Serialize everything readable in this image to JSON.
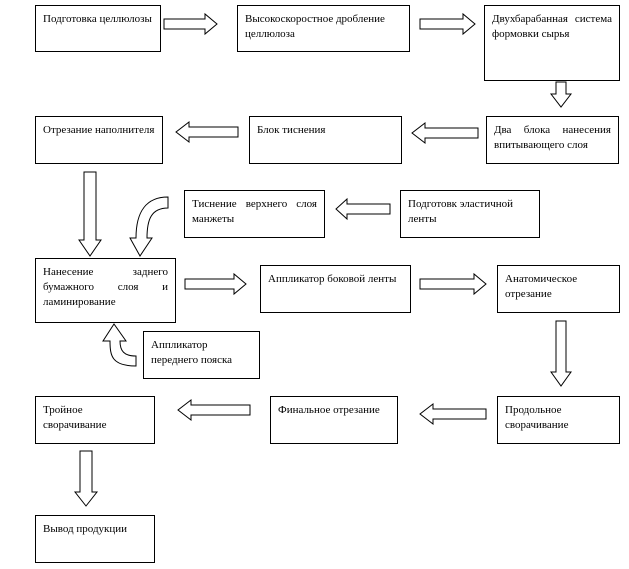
{
  "diagram": {
    "steps": {
      "s1": "Подготовка целлюлозы",
      "s2": "Высокоскоростное дробление целлюлоза",
      "s3": "Двухбарабанная система формовки сырья",
      "s4": "Отрезание наполнителя",
      "s5": "Блок тиснения",
      "s6": "Два блока нанесения впитывающего слоя",
      "s7": "Тиснение верхнего слоя манжеты",
      "s8": "Подготовк эластичной ленты",
      "s9": "Нанесение заднего бумажного слоя и ламинирование",
      "s10": "Аппликатор боковой ленты",
      "s11": "Анатомическое отрезание",
      "s12": "Аппликатор переднего пояска",
      "s13": "Тройное сворачивание",
      "s14": "Финальное отрезание",
      "s15": "Продольное сворачивание",
      "s16": "Вывод продукции"
    }
  }
}
